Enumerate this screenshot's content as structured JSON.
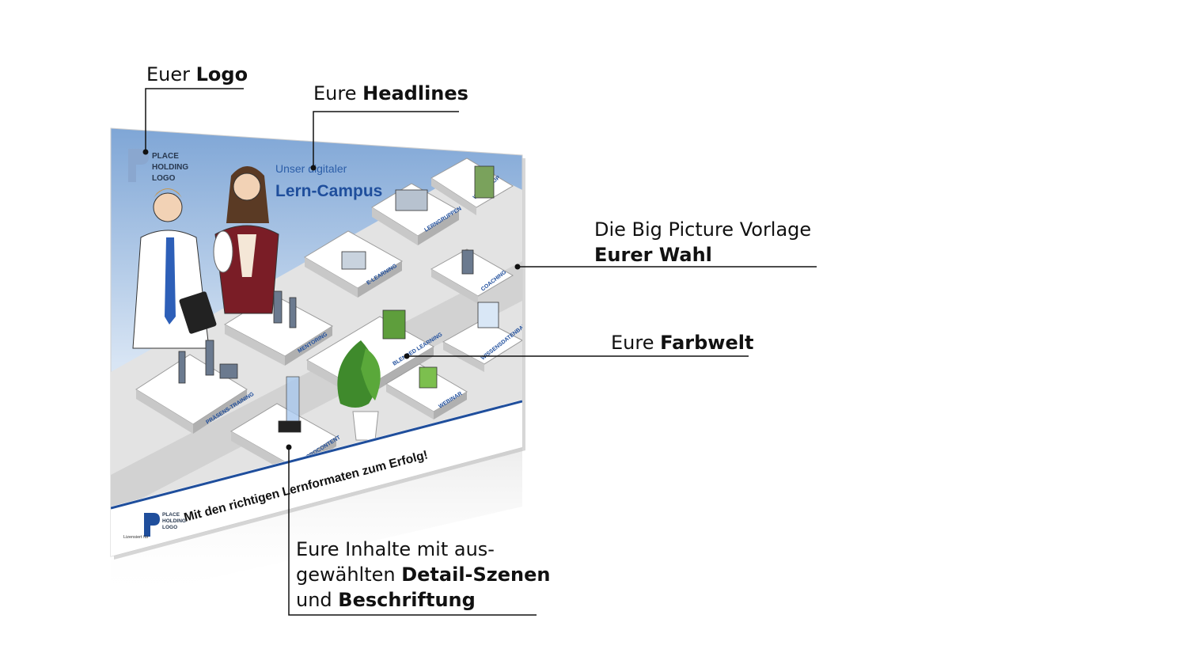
{
  "callouts": {
    "logo": {
      "pre": "Euer ",
      "bold": "Logo"
    },
    "headlines": {
      "pre": "Eure ",
      "bold": "Headlines"
    },
    "template": {
      "line1": "Die Big Picture Vorlage",
      "line2_bold": "Eurer Wahl"
    },
    "colors": {
      "pre": "Eure ",
      "bold": "Farbwelt"
    },
    "content": {
      "line1": "Eure Inhalte mit aus-",
      "line2_pre": "gewählten ",
      "line2_bold": "Detail-Szenen",
      "line3_pre": "und ",
      "line3_bold": "Beschriftung"
    }
  },
  "poster": {
    "logo_lines": [
      "PLACE",
      "HOLDING",
      "LOGO"
    ],
    "headline_small": "Unser digitaler",
    "headline_large": "Lern-Campus",
    "footer_slogan": "Mit den richtigen Lernformaten zum Erfolg!",
    "footer_license": "Lizensiert für",
    "footer_logo_lines": [
      "PLACE",
      "HOLDING",
      "LOGO"
    ],
    "platform_labels": [
      "PRÄSENS-TRAINING",
      "MENTORING",
      "E-LEARNING",
      "LERNGRUPPEN",
      "WORKSHOP",
      "MICROCONTENT",
      "BLENDED LEARNING",
      "COACHING",
      "WEBINAR",
      "WISSENSDATENBANK"
    ]
  },
  "colors": {
    "accent": "#1f4e9c",
    "sky": "#8fb3dd",
    "floor": "#e6e6e6"
  }
}
